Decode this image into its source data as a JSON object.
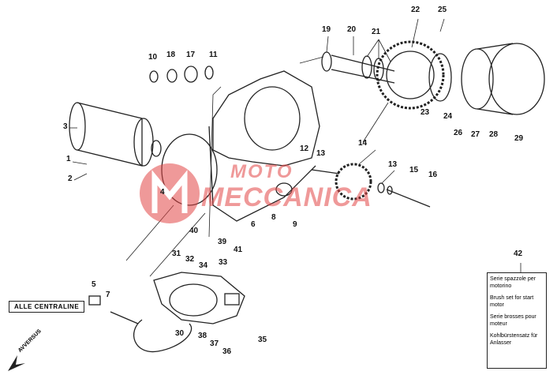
{
  "watermark": {
    "line1": "MOTO",
    "line2": "MECCANICA",
    "color": "#e14646"
  },
  "parts": {
    "p1": "1",
    "p2": "2",
    "p3": "3",
    "p4": "4",
    "p5": "5",
    "p6": "6",
    "p7": "7",
    "p8": "8",
    "p9": "9",
    "p10": "10",
    "p11": "11",
    "p12": "12",
    "p13a": "13",
    "p13b": "13",
    "p14": "14",
    "p15": "15",
    "p16": "16",
    "p17": "17",
    "p18": "18",
    "p19": "19",
    "p20": "20",
    "p21": "21",
    "p22": "22",
    "p23": "23",
    "p24": "24",
    "p25": "25",
    "p26": "26",
    "p27": "27",
    "p28": "28",
    "p29": "29",
    "p30": "30",
    "p31": "31",
    "p32": "32",
    "p33": "33",
    "p34": "34",
    "p35": "35",
    "p36": "36",
    "p37": "37",
    "p38": "38",
    "p39": "39",
    "p40": "40",
    "p41": "41",
    "p42": "42"
  },
  "alle_centraline": "ALLE CENTRALINE",
  "avversus": "AVVERSUS",
  "brush_note": {
    "it": "Serie spazzole per motorino",
    "en": "Brush set for start motor",
    "fr": "Serie brosses pour moteur",
    "de": "Kohlbürstensatz für Anlasser"
  }
}
